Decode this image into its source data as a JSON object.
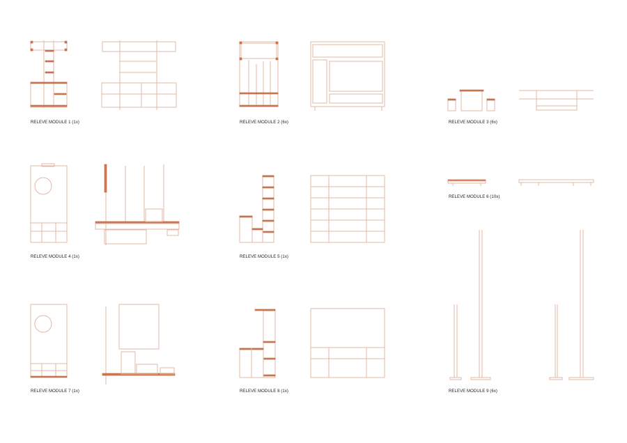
{
  "colors": {
    "line": "#e2b8a6",
    "accent": "#c97a55",
    "text": "#222222"
  },
  "modules": [
    {
      "label": "RELEVE MODULE 1 (1x)"
    },
    {
      "label": "RELEVE MODULE 2 (6x)"
    },
    {
      "label": "RELEVE MODULE 3 (6x)"
    },
    {
      "label": "RELEVE MODULE 4 (1x)"
    },
    {
      "label": "RELEVE MODULE 5 (1x)"
    },
    {
      "label": "RELEVE MODULE 6 (10x)"
    },
    {
      "label": "RELEVE MODULE 7 (1x)"
    },
    {
      "label": "RELEVE MODULE 8 (1x)"
    },
    {
      "label": "RELEVE MODULE 9 (6x)"
    }
  ]
}
